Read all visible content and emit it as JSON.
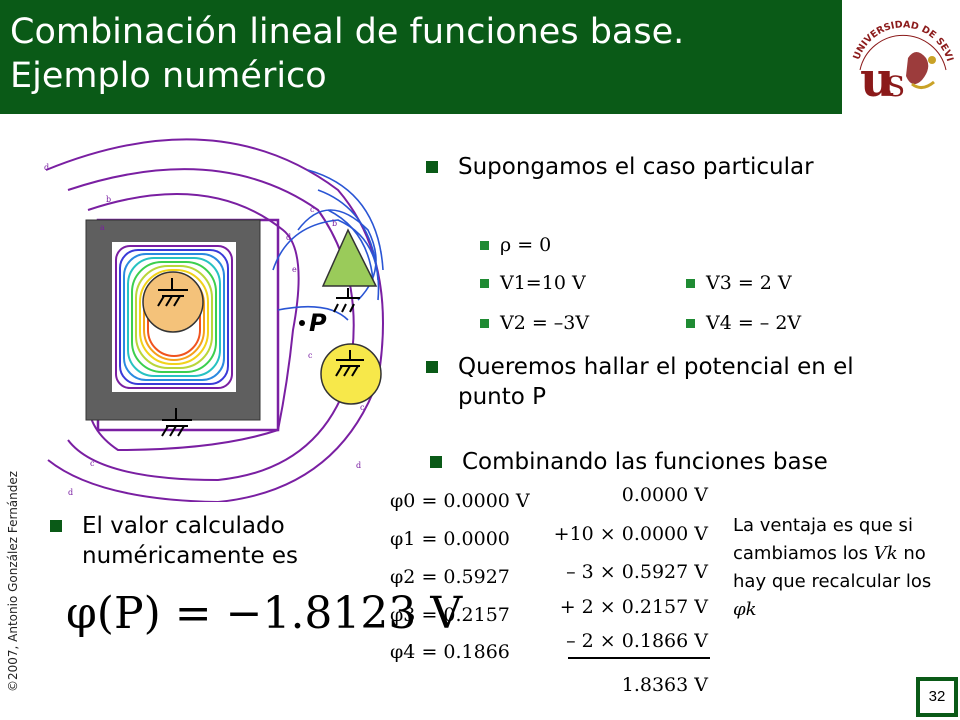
{
  "title_line1": "Combinación lineal de funciones base.",
  "title_line2": "Ejemplo numérico",
  "copyright": "©2007, Antonio González Fernández",
  "logo": {
    "arc_text": "UNIVERSIDAD DE SEVILLA",
    "colors": {
      "brand": "#8b1a1a",
      "accent": "#c9a227"
    }
  },
  "figure": {
    "point_label": "P",
    "contour_letters": [
      "d",
      "b",
      "a",
      "c",
      "b",
      "d",
      "c",
      "e",
      "c",
      "d",
      "d",
      "c"
    ]
  },
  "bullets": {
    "b1": "Supongamos el caso particular",
    "rho": "ρ = 0",
    "v1": "V1=10 V",
    "v2": "V2 = –3V",
    "v3": "V3 = 2 V",
    "v4": "V4 = – 2V",
    "b2": "Queremos hallar el potencial en el punto P",
    "b3": "Combinando las funciones base",
    "b4": "El valor calculado numéricamente es"
  },
  "phi_values": [
    {
      "label": "φ0",
      "value": "= 0.0000 V"
    },
    {
      "label": "φ1",
      "value": "= 0.0000"
    },
    {
      "label": "φ2",
      "value": "= 0.5927"
    },
    {
      "label": "φ3",
      "value": "= 0.2157"
    },
    {
      "label": "φ4",
      "value": "= 0.1866"
    }
  ],
  "sum_terms": [
    "0.0000 V",
    "+10 × 0.0000 V",
    "–  3 × 0.5927 V",
    "+  2 × 0.2157 V",
    "–  2 × 0.1866 V"
  ],
  "sum_result": "1.8363 V",
  "result_eq": "φ(P) = −1.8123 V",
  "ventaja": {
    "line1": "La ventaja es que si cambiamos los",
    "vk": "Vk",
    "line2": "no hay que recalcular los",
    "phik": "φk"
  },
  "page_number": "32",
  "colors": {
    "title_bg": "#0a5a17",
    "bullet": "#0a5a17",
    "sub_bullet": "#1f8b33"
  }
}
